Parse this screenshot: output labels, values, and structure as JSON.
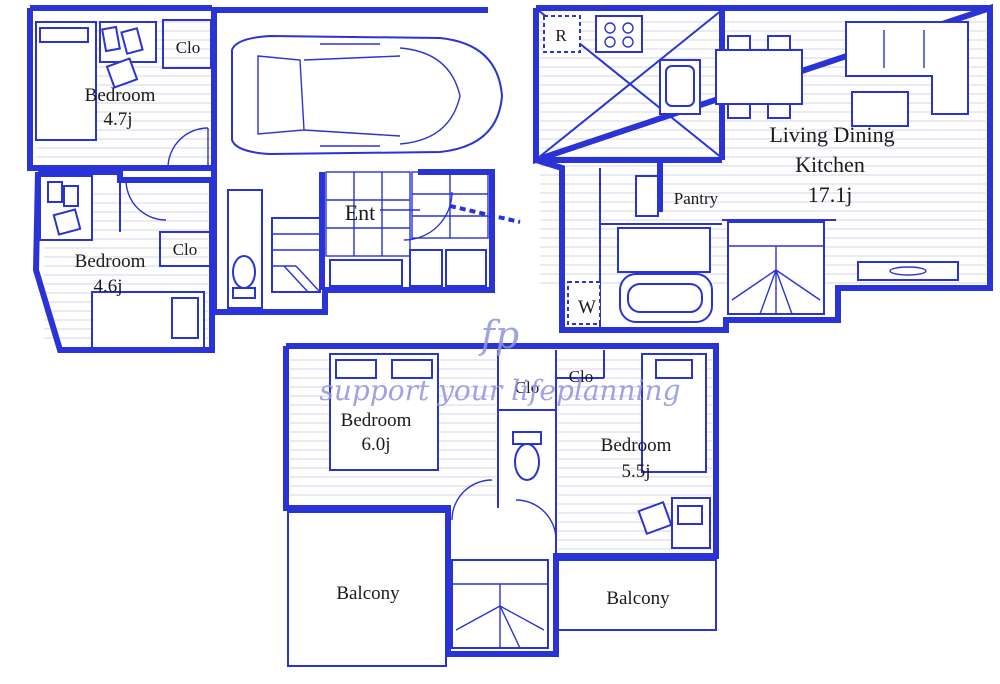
{
  "rooms": {
    "bedroom_a": {
      "name": "Bedroom",
      "size": "4.7j"
    },
    "bedroom_b": {
      "name": "Bedroom",
      "size": "4.6j"
    },
    "bedroom_c": {
      "name": "Bedroom",
      "size": "6.0j"
    },
    "bedroom_d": {
      "name": "Bedroom",
      "size": "5.5j"
    },
    "ldk": {
      "line1": "Living Dining",
      "line2": "Kitchen",
      "size": "17.1j"
    },
    "entrance": "Ent",
    "pantry": "Pantry",
    "closets": [
      "Clo",
      "Clo",
      "Clo",
      "Clo"
    ],
    "refrigerator_mark": "R",
    "washer_mark": "W",
    "balcony_left": "Balcony",
    "balcony_right": "Balcony"
  },
  "watermark": {
    "logo": "fp",
    "tagline": "support your lifeplanning"
  },
  "colors": {
    "wall": "#2a33d6",
    "background": "#ffffff",
    "floor_lines": "#d4d6e6",
    "watermark": "#8f94df"
  }
}
